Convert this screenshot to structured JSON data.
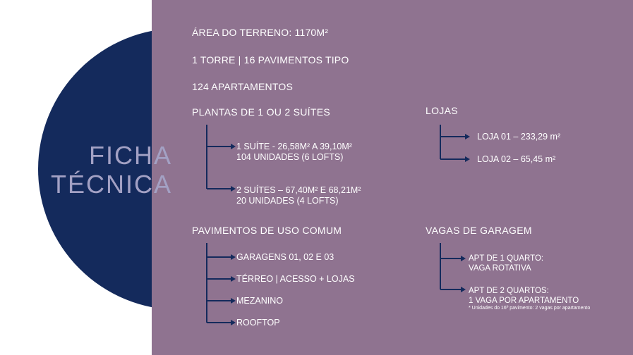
{
  "title": {
    "line1": "FICHA",
    "line2": "TÉCNICA"
  },
  "general": {
    "area": "ÁREA DO TERRENO: 1170M²",
    "towers": "1 TORRE | 16 PAVIMENTOS TIPO",
    "apartments": "124 APARTAMENTOS"
  },
  "plantas": {
    "heading": "PLANTAS DE 1 OU 2 SUÍTES",
    "items": [
      {
        "line1": "1 SUÍTE - 26,58M² A 39,10M²",
        "line2": "104 UNIDADES (6 LOFTS)"
      },
      {
        "line1": "2 SUÍTES – 67,40M² E 68,21M²",
        "line2": "20 UNIDADES (4 LOFTS)"
      }
    ]
  },
  "lojas": {
    "heading": "LOJAS",
    "items": [
      "LOJA 01 – 233,29 m²",
      "LOJA 02 – 65,45 m²"
    ]
  },
  "pavimentos": {
    "heading": "PAVIMENTOS DE USO COMUM",
    "items": [
      "GARAGENS 01, 02 E 03",
      "TÉRREO | ACESSO + LOJAS",
      "MEZANINO",
      "ROOFTOP"
    ]
  },
  "vagas": {
    "heading": "VAGAS DE GARAGEM",
    "items": [
      {
        "line1": "APT DE 1 QUARTO:",
        "line2": "VAGA ROTATIVA"
      },
      {
        "line1": "APT DE 2 QUARTOS:",
        "line2": "1 VAGA POR APARTAMENTO"
      }
    ],
    "note": "* Unidades do 16º pavimento: 2 vagas por apartamento"
  },
  "colors": {
    "panel": "#8f7390",
    "circle": "#142a5c",
    "title": "#a3a1c4",
    "text": "#ffffff",
    "connector": "#142a5c"
  }
}
